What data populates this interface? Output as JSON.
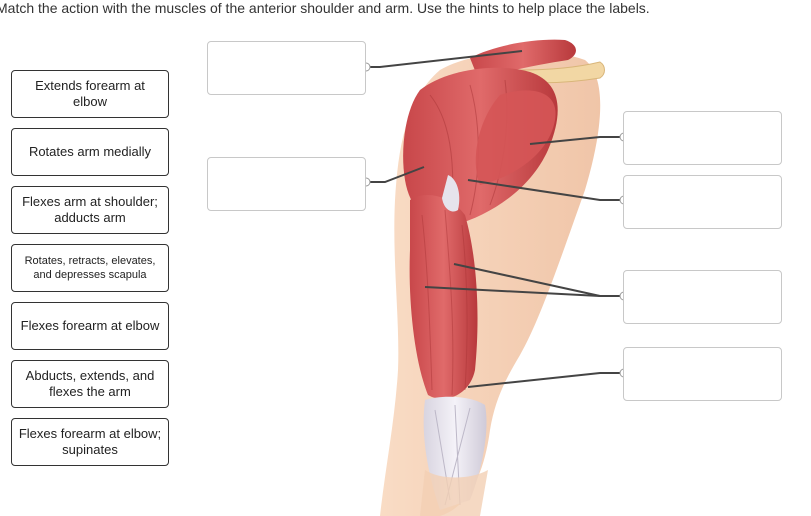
{
  "instructions": "Match the action with the muscles of the anterior shoulder and arm.  Use the hints to help place the labels.",
  "labels": [
    {
      "text": "Extends forearm at elbow"
    },
    {
      "text": "Rotates arm medially"
    },
    {
      "text": "Flexes arm at shoulder; adducts arm"
    },
    {
      "text": "Rotates, retracts, elevates, and depresses scapula"
    },
    {
      "text": "Flexes forearm at elbow"
    },
    {
      "text": "Abducts, extends, and flexes the arm"
    },
    {
      "text": "Flexes forearm at elbow; supinates"
    }
  ],
  "drop_targets": [
    {
      "value": ""
    },
    {
      "value": ""
    },
    {
      "value": ""
    },
    {
      "value": ""
    },
    {
      "value": ""
    },
    {
      "value": ""
    }
  ],
  "colors": {
    "muscle": "#d8585a",
    "muscle_dark": "#a83436",
    "skin": "#f6d1b7",
    "tendon": "#e6e3ec",
    "bone": "#f2d7a4",
    "leader_line": "#444444",
    "box_border": "#c8c8c8"
  }
}
